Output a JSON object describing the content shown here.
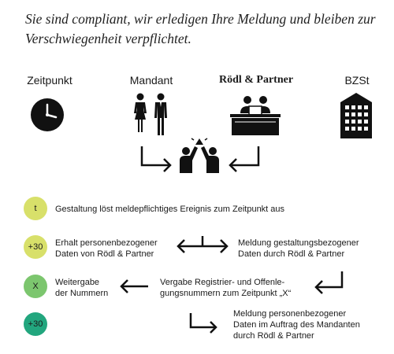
{
  "headline": "Sie sind compliant, wir erledigen Ihre Meldung und bleiben zur Verschwiegenheit verpflichtet.",
  "columns": {
    "zeitpunkt": "Zeitpunkt",
    "mandant": "Mandant",
    "roedl": "Rödl & Partner",
    "bzst": "BZSt"
  },
  "icons": [
    "clock-icon",
    "people-icon",
    "office-desk-icon",
    "building-icon",
    "high-five-icon"
  ],
  "steps": [
    {
      "badge": "t",
      "color": "#d8e06a",
      "text": "Gestaltung löst meldepflichtiges Ereignis zum Zeitpunkt aus"
    },
    {
      "badge": "+30",
      "color": "#d8e06a",
      "left_text_1": "Erhalt personenbezogener",
      "left_text_2": "Daten von Rödl & Partner",
      "right_text_1": "Meldung gestaltungsbezogener",
      "right_text_2": "Daten durch Rödl & Partner"
    },
    {
      "badge": "X",
      "color": "#7cc66e",
      "left_text_1": "Weitergabe",
      "left_text_2": "der Nummern",
      "center_text_1": "Vergabe Registrier- und Offenle-",
      "center_text_2": "gungsnummern zum Zeitpunkt „X“"
    },
    {
      "badge": "+30",
      "color": "#22a67e",
      "right_text_1": "Meldung personenbezogener",
      "right_text_2": "Daten im Auftrag des Mandanten",
      "right_text_3": "durch Rödl & Partner"
    }
  ]
}
